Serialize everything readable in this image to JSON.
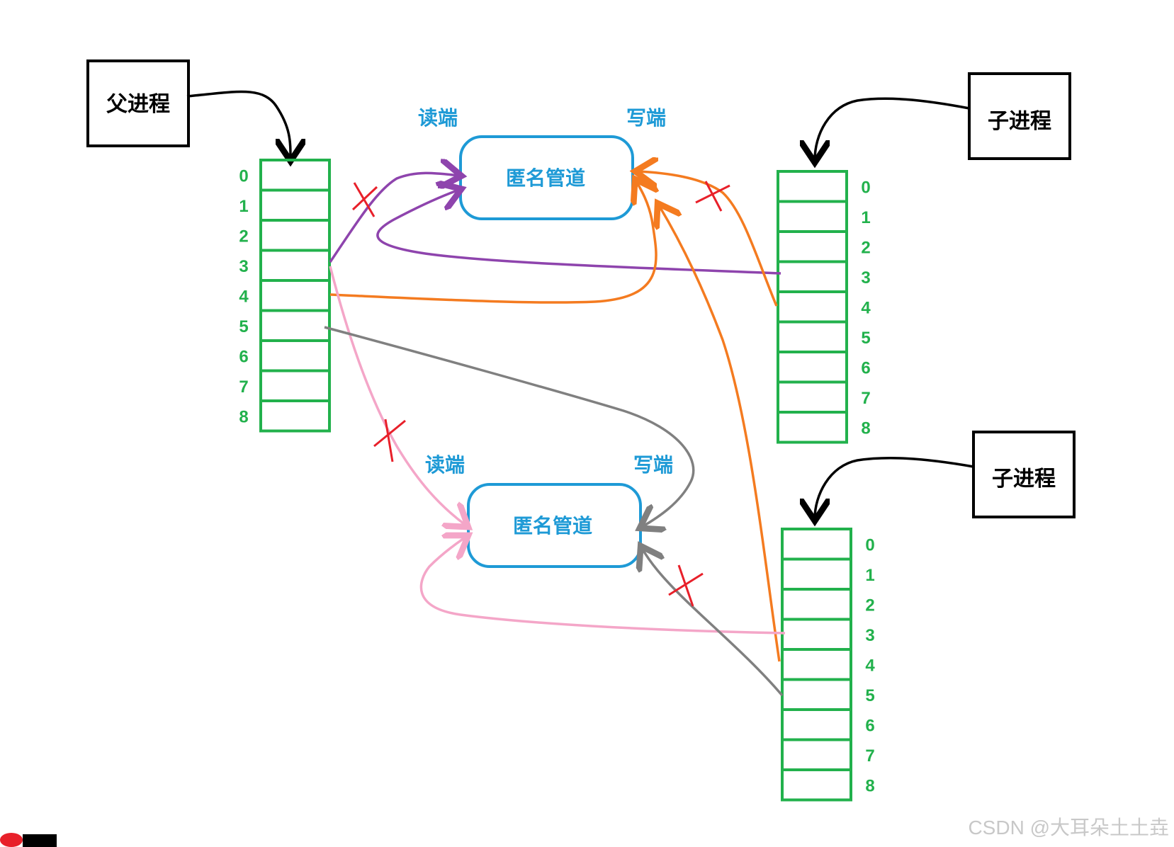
{
  "processes": {
    "parent": {
      "label": "父进程"
    },
    "child1": {
      "label": "子进程"
    },
    "child2": {
      "label": "子进程"
    }
  },
  "fd_numbers": [
    "0",
    "1",
    "2",
    "3",
    "4",
    "5",
    "6",
    "7",
    "8"
  ],
  "pipes": {
    "top": {
      "label": "匿名管道",
      "read_end": "读端",
      "write_end": "写端"
    },
    "bottom": {
      "label": "匿名管道",
      "read_end": "读端",
      "write_end": "写端"
    }
  },
  "colors": {
    "fd_table": "#22b14c",
    "pipe": "#1e9ad6",
    "purple": "#8e44ad",
    "orange": "#f47b20",
    "pink": "#f4a6c8",
    "gray": "#808080",
    "cross": "#e8202a",
    "black": "#000000"
  },
  "watermark": "CSDN @大耳朵土土垚"
}
